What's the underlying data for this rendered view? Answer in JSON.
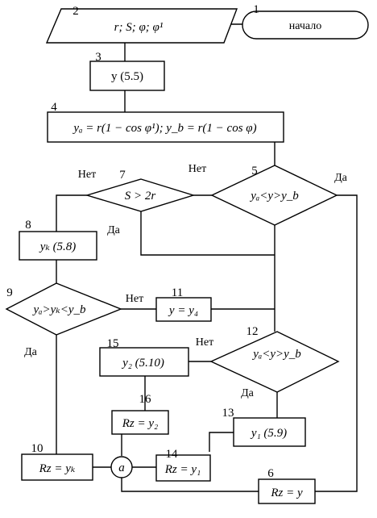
{
  "nodes": {
    "n1": {
      "num": "1",
      "label": "начало"
    },
    "n2": {
      "num": "2",
      "label": "r; S; φ; φ¹"
    },
    "n3": {
      "num": "3",
      "label": "y (5.5)"
    },
    "n4": {
      "num": "4",
      "label": "yₐ = r(1 − cos φ¹); y_b = r(1 − cos φ)"
    },
    "n5": {
      "num": "5",
      "label": "yₐ<y>y_b"
    },
    "n6": {
      "num": "6",
      "label": "Rz = y"
    },
    "n7": {
      "num": "7",
      "label": "S > 2r"
    },
    "n8": {
      "num": "8",
      "label": "yₖ (5.8)"
    },
    "n9": {
      "num": "9",
      "label": "yₐ>yₖ<y_b"
    },
    "n10": {
      "num": "10",
      "label": "Rz = yₖ"
    },
    "n11": {
      "num": "11",
      "label": "y = y₄"
    },
    "n12": {
      "num": "12",
      "label": "yₐ<y>y_b"
    },
    "n13": {
      "num": "13",
      "label": "y₁ (5.9)"
    },
    "n14": {
      "num": "14",
      "label": "Rz = y₁"
    },
    "n15": {
      "num": "15",
      "label": "y₂ (5.10)"
    },
    "n16": {
      "num": "16",
      "label": "Rz = y₂"
    },
    "connector": {
      "label": "a"
    }
  },
  "branches": {
    "n5_no": "Нет",
    "n5_yes": "Да",
    "n7_no": "Нет",
    "n7_yes": "Да",
    "n9_no": "Нет",
    "n9_yes": "Да",
    "n12_no": "Нет",
    "n12_yes": "Да"
  }
}
